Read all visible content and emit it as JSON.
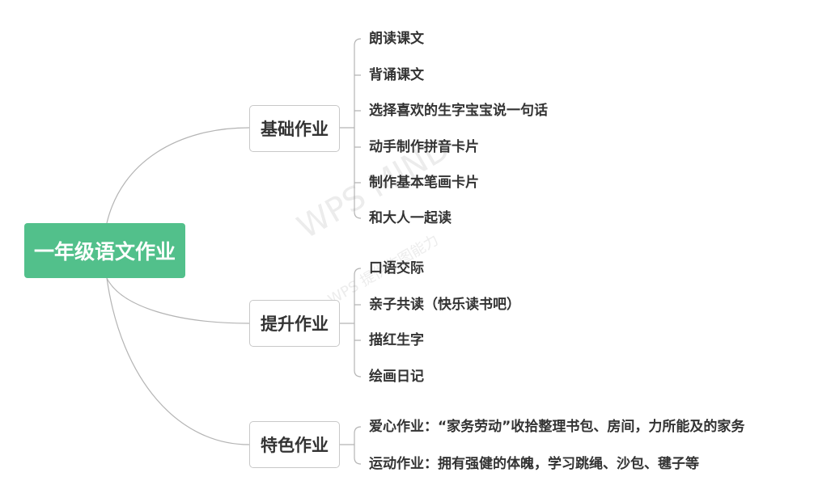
{
  "root": {
    "label": "一年级语文作业",
    "color": "#52c08b"
  },
  "branches": [
    {
      "label": "基础作业",
      "items": [
        "朗读课文",
        "背诵课文",
        "选择喜欢的生字宝宝说一句话",
        "动手制作拼音卡片",
        "制作基本笔画卡片",
        "和大人一起读"
      ]
    },
    {
      "label": "提升作业",
      "items": [
        "口语交际",
        "亲子共读（快乐读书吧）",
        "描红生字",
        "绘画日记"
      ]
    },
    {
      "label": "特色作业",
      "items": [
        "爱心作业：“家务劳动”收拾整理书包、房间，力所能及的家务",
        "运动作业：拥有强健的体魄，学习跳绳、沙包、毽子等"
      ]
    }
  ],
  "watermark": {
    "main": "WPS MIND",
    "sub": "WPS 提供作图能力"
  },
  "colors": {
    "line": "#b4b4b4",
    "text": "#333333"
  }
}
